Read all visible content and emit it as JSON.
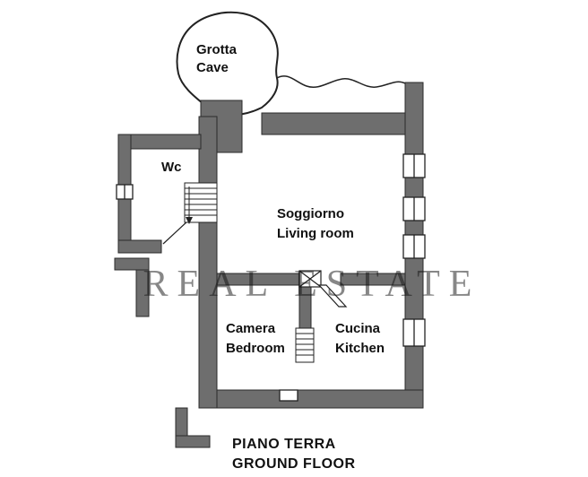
{
  "plan": {
    "labels": {
      "cave_line1": "Grotta",
      "cave_line2": "Cave",
      "wc": "Wc",
      "living_line1": "Soggiorno",
      "living_line2": "Living room",
      "bedroom_line1": "Camera",
      "bedroom_line2": "Bedroom",
      "kitchen_line1": "Cucina",
      "kitchen_line2": "Kitchen"
    },
    "caption": {
      "line1": "PIANO TERRA",
      "line2": "GROUND FLOOR"
    },
    "watermark": "REAL ESTATE",
    "colors": {
      "wall": "#6e6e6e",
      "outline": "#2b2b2b",
      "background": "#ffffff",
      "watermark": "#c4c4c4"
    }
  }
}
